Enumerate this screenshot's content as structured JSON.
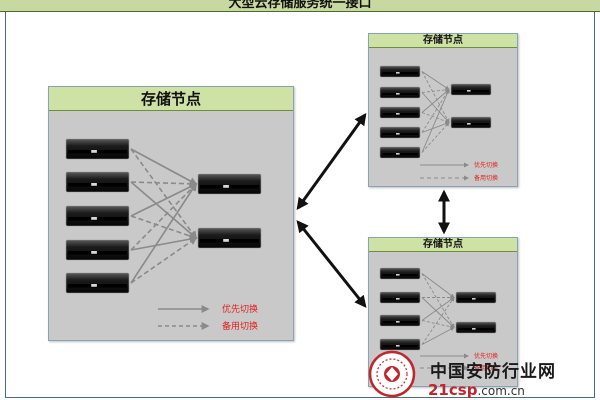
{
  "banner": {
    "title": "大型云存储服务统一接口"
  },
  "nodes": [
    {
      "id": "main",
      "title": "存储节点",
      "sources": 5,
      "targets": 2
    },
    {
      "id": "top-right",
      "title": "存储节点",
      "sources": 5,
      "targets": 2
    },
    {
      "id": "bottom-right",
      "title": "存储节点",
      "sources": 4,
      "targets": 2
    }
  ],
  "legend": {
    "primary_label": "优先切换",
    "backup_label": "备用切换",
    "label_color": "#e02020",
    "line_color": "#8a8a8a"
  },
  "colors": {
    "panel_bg": "#c9c9c9",
    "title_bg": "#cfe2a6",
    "arrow": "#111111"
  },
  "watermark": {
    "name": "中国安防行业网",
    "site_brand": "21csp",
    "site_domain": ".com.cn"
  }
}
